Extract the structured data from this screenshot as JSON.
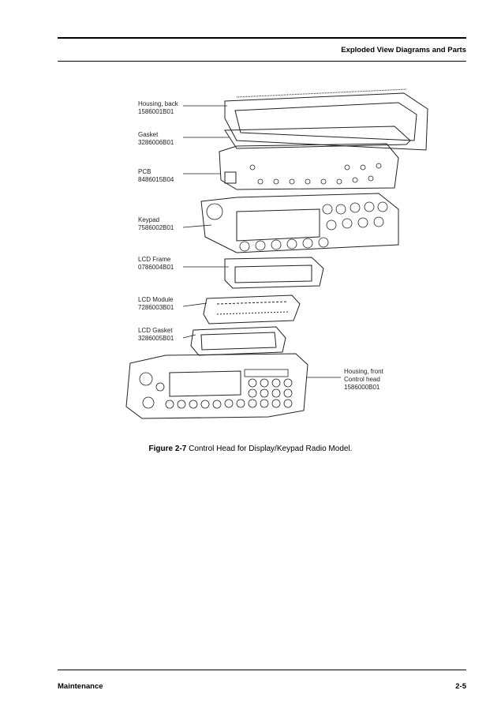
{
  "header": {
    "title": "Exploded View Diagrams and Parts"
  },
  "parts": [
    {
      "name": "Housing, back",
      "number": "1586001B01"
    },
    {
      "name": "Gasket",
      "number": "3286006B01"
    },
    {
      "name": "PCB",
      "number": "8486015B04"
    },
    {
      "name": "Keypad",
      "number": "7586002B01"
    },
    {
      "name": "LCD Frame",
      "number": "0786004B01"
    },
    {
      "name": "LCD Module",
      "number": "7286003B01"
    },
    {
      "name": "LCD Gasket",
      "number": "3286005B01"
    },
    {
      "name": "Housing, front",
      "name2": "Control head",
      "number": "1586000B01"
    }
  ],
  "figure": {
    "label": "Figure 2-7",
    "caption": " Control Head for Display/Keypad Radio Model."
  },
  "footer": {
    "section": "Maintenance",
    "page": "2-5"
  }
}
